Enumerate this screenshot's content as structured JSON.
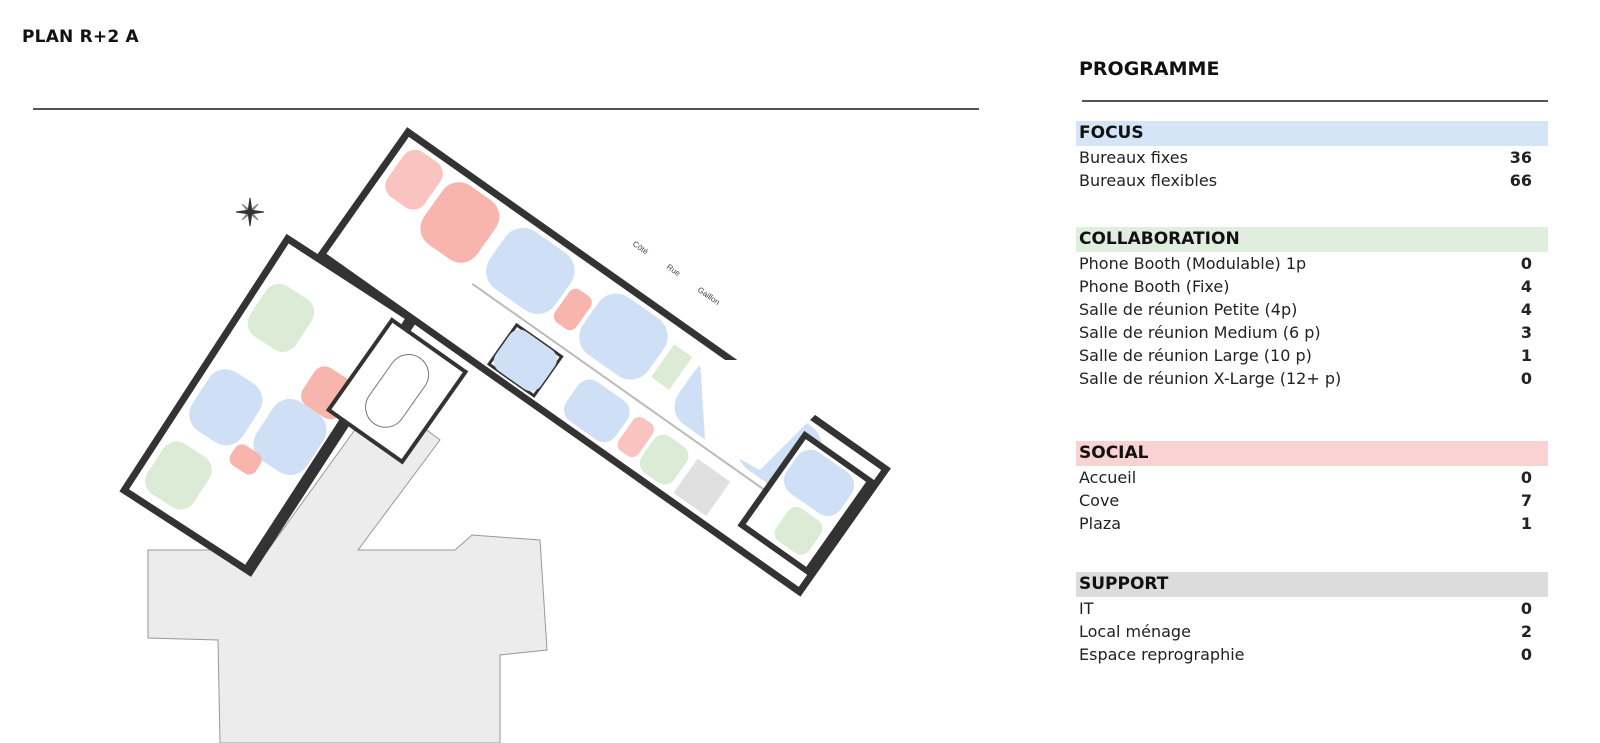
{
  "plan": {
    "title": "PLAN R+2 A",
    "street_label": [
      "Côté",
      "Rue",
      "Gaillon"
    ]
  },
  "programme": {
    "title": "PROGRAMME",
    "colors": {
      "focus": "#d6e4f7",
      "collaboration": "#dfeedd",
      "social": "#f9d2d2",
      "support": "#dcdcdc"
    },
    "sections": [
      {
        "title": "FOCUS",
        "items": [
          {
            "label": "Bureaux fixes",
            "value": "36"
          },
          {
            "label": "Bureaux flexibles",
            "value": "66"
          }
        ]
      },
      {
        "title": "COLLABORATION",
        "items": [
          {
            "label": "Phone Booth (Modulable) 1p",
            "value": "0"
          },
          {
            "label": "Phone Booth (Fixe)",
            "value": "4"
          },
          {
            "label": "Salle de réunion Petite (4p)",
            "value": "4"
          },
          {
            "label": "Salle de réunion Medium (6 p)",
            "value": "3"
          },
          {
            "label": "Salle de réunion Large (10 p)",
            "value": "1"
          },
          {
            "label": "Salle de réunion X-Large (12+ p)",
            "value": "0"
          }
        ]
      },
      {
        "title": "SOCIAL",
        "items": [
          {
            "label": "Accueil",
            "value": "0"
          },
          {
            "label": "Cove",
            "value": "7"
          },
          {
            "label": "Plaza",
            "value": "1"
          }
        ]
      },
      {
        "title": "SUPPORT",
        "items": [
          {
            "label": "IT",
            "value": "0"
          },
          {
            "label": "Local ménage",
            "value": "2"
          },
          {
            "label": "Espace reprographie",
            "value": "0"
          }
        ]
      }
    ]
  }
}
